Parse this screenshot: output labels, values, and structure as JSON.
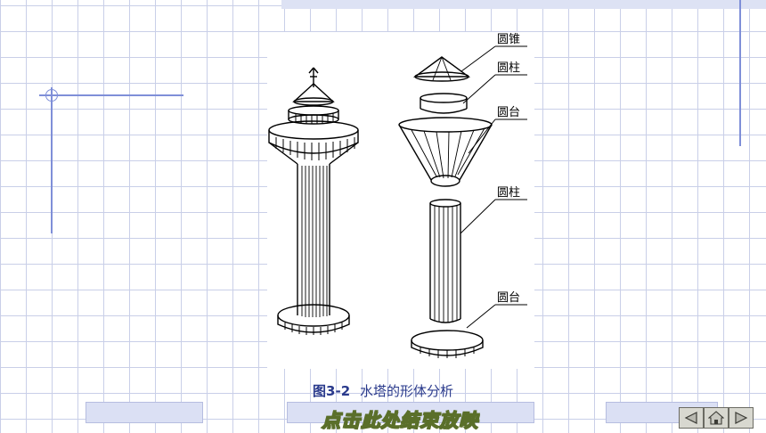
{
  "figure": {
    "labels": [
      "圆锥",
      "圆柱",
      "圆台",
      "圆柱",
      "圆台"
    ]
  },
  "caption": {
    "number": "图3-2",
    "text": "水塔的形体分析"
  },
  "end_show_link": "点击此处结束放映",
  "nav": {
    "prev_icon": "triangle-left-icon",
    "home_icon": "home-icon",
    "next_icon": "triangle-right-icon"
  },
  "colors": {
    "grid": "#c9cfe8",
    "accent_line": "#7f8fd8",
    "caption": "#2a3a8c",
    "end_show_outline": "#5a6f2a"
  }
}
